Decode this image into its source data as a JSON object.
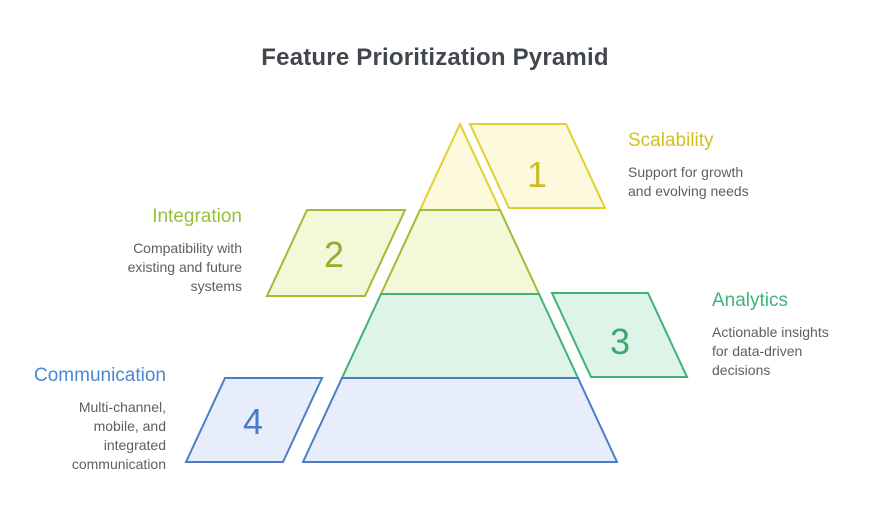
{
  "title": "Feature Prioritization Pyramid",
  "title_color": "#42474e",
  "body_text_color": "#5b6065",
  "background": "#ffffff",
  "levels": [
    {
      "number": "1",
      "name": "Scalability",
      "description_lines": [
        "Support for growth",
        "and evolving needs"
      ],
      "accent": "#d3bf1d",
      "stroke": "#e2d02c",
      "fill": "#fcf9dd",
      "number_color": "#d0bc28"
    },
    {
      "number": "2",
      "name": "Integration",
      "description_lines": [
        "Compatibility with",
        "existing and future",
        "systems"
      ],
      "accent": "#93c13c",
      "stroke": "#a6b934",
      "fill": "#f2f8d8",
      "number_color": "#9aab31"
    },
    {
      "number": "3",
      "name": "Analytics",
      "description_lines": [
        "Actionable insights",
        "for data-driven",
        "decisions"
      ],
      "accent": "#3eb57d",
      "stroke": "#3fb278",
      "fill": "#def4e8",
      "number_color": "#3aa873"
    },
    {
      "number": "4",
      "name": "Communication",
      "description_lines": [
        "Multi-channel,",
        "mobile, and",
        "integrated",
        "communication"
      ],
      "accent": "#4a87d5",
      "stroke": "#4e7cc9",
      "fill": "#e7edfa",
      "number_color": "#4a7cc7"
    }
  ]
}
